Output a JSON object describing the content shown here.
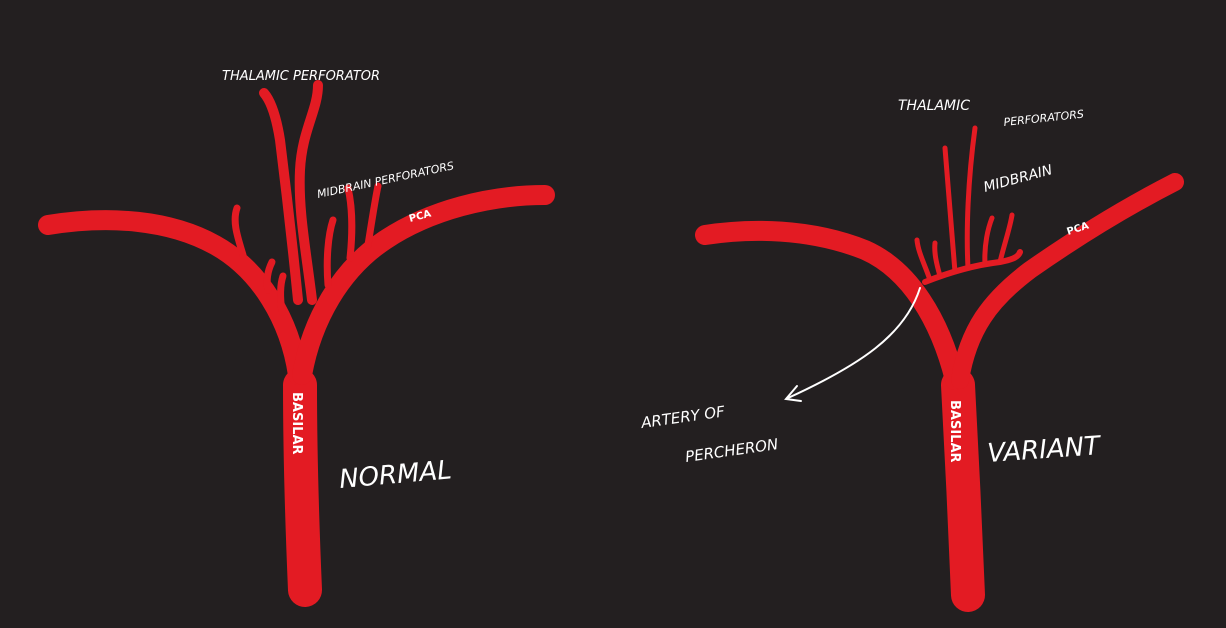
{
  "colors": {
    "background": "#231f20",
    "vessel": "#e31b23",
    "text": "#ffffff"
  },
  "normal": {
    "thalamic_label": "THALAMIC PERFORATOR",
    "midbrain_label": "MIDBRAIN PERFORATORS",
    "pca_label": "PCA",
    "basilar_label": "BASILAR",
    "caption": "NORMAL"
  },
  "variant": {
    "thalamic_label_1": "THALAMIC",
    "thalamic_label_2": "PERFORATORS",
    "midbrain_label": "MIDBRAIN",
    "pca_label": "PCA",
    "artery_label_1": "ARTERY OF",
    "artery_label_2": "PERCHERON",
    "basilar_label": "BASILAR",
    "caption": "VARIANT"
  }
}
